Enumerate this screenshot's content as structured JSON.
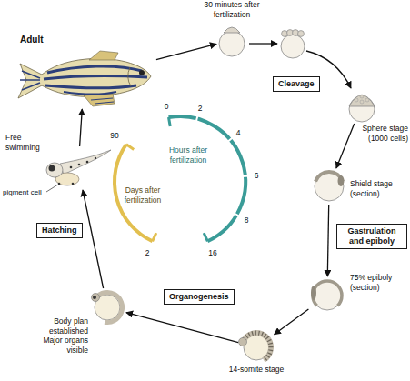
{
  "diagram": {
    "nodes": [
      {
        "text": [
          "Adult"
        ]
      },
      {
        "text": [
          "30 minutes after fertilization"
        ]
      },
      {
        "text": [
          "Cleavage"
        ]
      },
      {
        "text": [
          "Sphere stage (1000 cells)"
        ]
      },
      {
        "text": [
          "Shield stage (section)"
        ]
      },
      {
        "text": [
          "Gastrulation and epiboly"
        ]
      },
      {
        "text": [
          "75% epiboly (section)"
        ]
      },
      {
        "text": [
          "14-somite stage"
        ]
      },
      {
        "text": [
          "Organogenesis"
        ]
      },
      {
        "text": [
          "Body plan established",
          "Major organs visible"
        ]
      },
      {
        "text": [
          "Hatching"
        ]
      },
      {
        "text": [
          "Free swimming"
        ]
      }
    ],
    "edges": [
      {
        "from": 0,
        "to": 1,
        "arrow": "to"
      },
      {
        "from": 3,
        "to": 4,
        "arrow": "to"
      },
      {
        "from": 4,
        "to": 6,
        "arrow": "to"
      },
      {
        "from": 6,
        "to": 7,
        "arrow": "to"
      },
      {
        "from": 7,
        "to": 9,
        "arrow": "to"
      },
      {
        "from": 9,
        "to": 11,
        "arrow": "to"
      },
      {
        "from": 11,
        "to": 0,
        "arrow": "to"
      }
    ],
    "labels": [
      "pigment cell",
      "Hours after fertilization",
      "Days after fertilization",
      "0",
      "2",
      "4",
      "6",
      "8",
      "16",
      "90",
      "2"
    ]
  }
}
